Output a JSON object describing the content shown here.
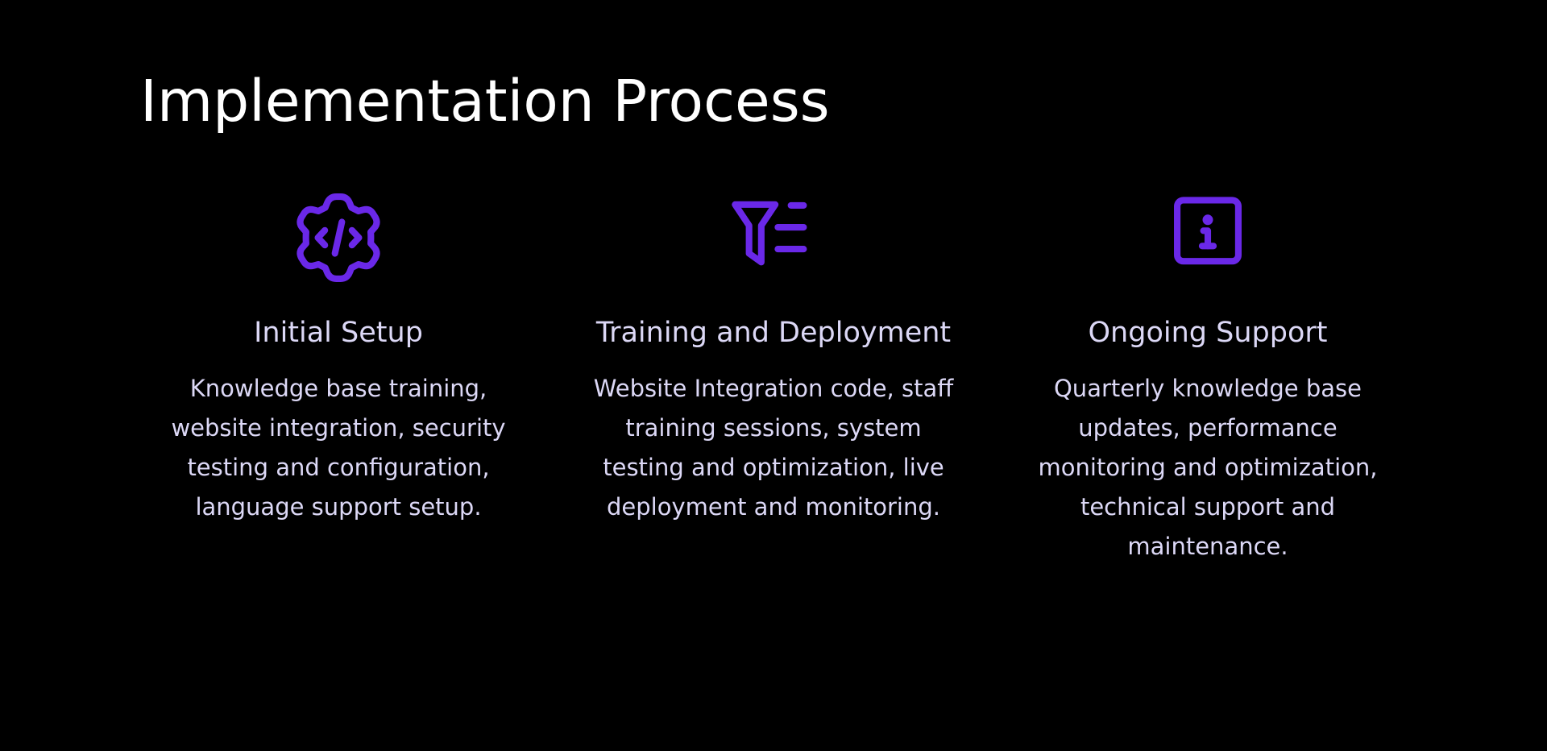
{
  "page": {
    "title": "Implementation Process"
  },
  "theme": {
    "background": "#000000",
    "title_color": "#ffffff",
    "text_color": "#dcd8f6",
    "accent": "#6a28e8"
  },
  "steps": [
    {
      "icon": "code-gear-icon",
      "heading": "Initial Setup",
      "description": "Knowledge base training, website integration, security testing and configuration, language support setup."
    },
    {
      "icon": "filter-list-icon",
      "heading": "Training and Deployment",
      "description": "Website Integration code, staff training sessions, system testing and optimization, live deployment and monitoring."
    },
    {
      "icon": "info-square-icon",
      "heading": "Ongoing Support",
      "description": "Quarterly knowledge base updates, performance monitoring and optimization, technical support and maintenance."
    }
  ]
}
